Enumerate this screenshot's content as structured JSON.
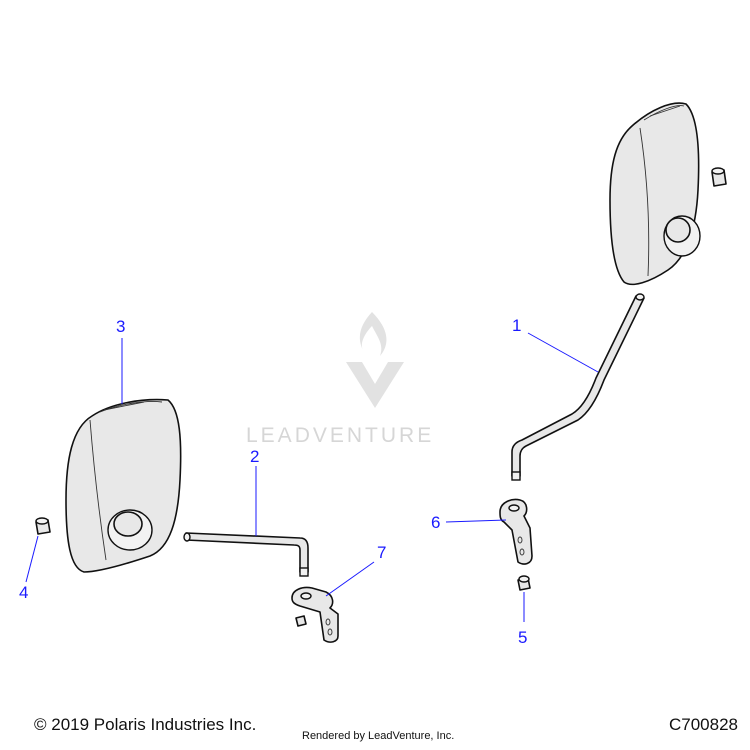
{
  "watermark": {
    "text": "LEADVENTURE"
  },
  "callouts": [
    {
      "id": "1",
      "label": "1"
    },
    {
      "id": "2",
      "label": "2"
    },
    {
      "id": "3",
      "label": "3"
    },
    {
      "id": "4",
      "label": "4"
    },
    {
      "id": "5",
      "label": "5"
    },
    {
      "id": "6",
      "label": "6"
    },
    {
      "id": "7",
      "label": "7"
    }
  ],
  "footer": {
    "copyright": "© 2019 Polaris Industries Inc.",
    "rendered_by": "Rendered by LeadVenture, Inc.",
    "diagram_code": "C700828"
  },
  "colors": {
    "callout": "#1a1aff",
    "line": "#111111",
    "watermark": "#d6d6d6"
  }
}
